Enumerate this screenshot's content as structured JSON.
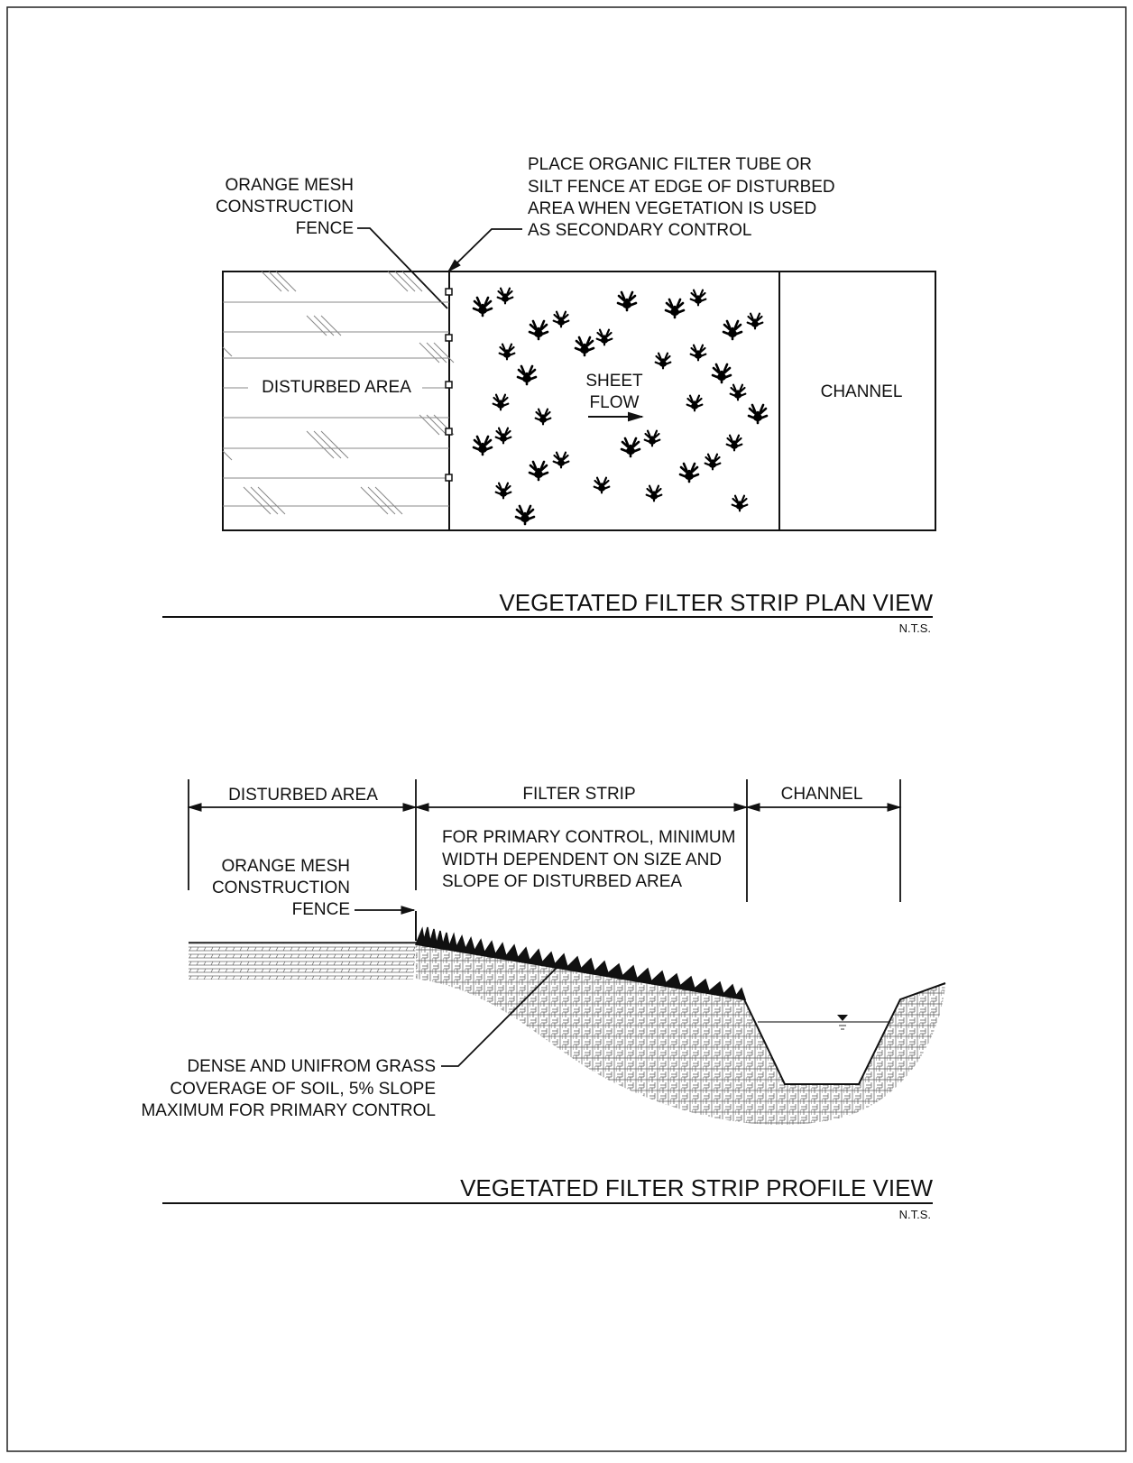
{
  "plan_view": {
    "fence_label": [
      "ORANGE MESH",
      "CONSTRUCTION",
      "FENCE"
    ],
    "filter_note": [
      "PLACE ORGANIC FILTER TUBE OR",
      "SILT FENCE AT EDGE OF DISTURBED",
      "AREA WHEN VEGETATION IS USED",
      "AS SECONDARY CONTROL"
    ],
    "disturbed_area": "DISTURBED AREA",
    "sheet_flow": [
      "SHEET",
      "FLOW"
    ],
    "channel": "CHANNEL",
    "title": "VEGETATED FILTER STRIP PLAN VIEW",
    "scale": "N.T.S."
  },
  "profile_view": {
    "dim_disturbed": "DISTURBED AREA",
    "dim_filter_strip": "FILTER STRIP",
    "dim_channel": "CHANNEL",
    "primary_note": [
      "FOR PRIMARY CONTROL, MINIMUM",
      "WIDTH DEPENDENT ON SIZE AND",
      "SLOPE OF DISTURBED AREA"
    ],
    "fence_label": [
      "ORANGE MESH",
      "CONSTRUCTION",
      "FENCE"
    ],
    "grass_note": [
      "DENSE AND UNIFROM GRASS",
      "COVERAGE OF SOIL, 5% SLOPE",
      "MAXIMUM FOR PRIMARY CONTROL"
    ],
    "title": "VEGETATED FILTER STRIP PROFILE VIEW",
    "scale": "N.T.S."
  }
}
